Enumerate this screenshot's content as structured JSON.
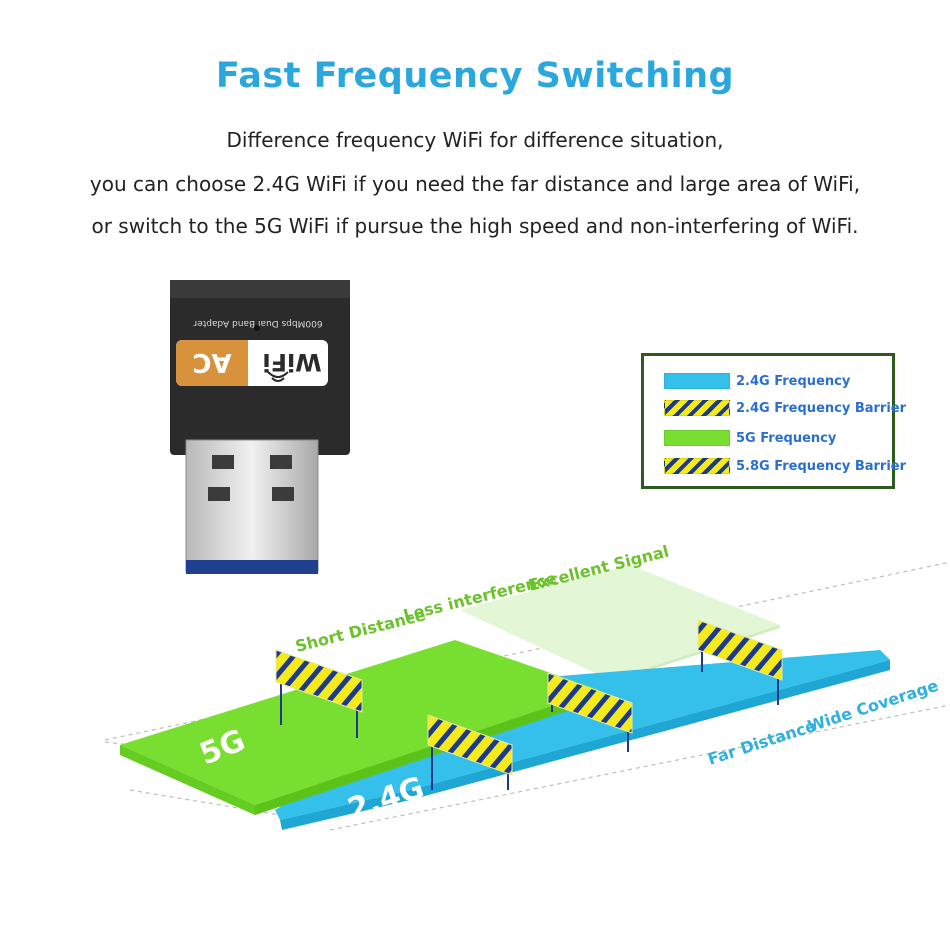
{
  "title": "Fast Frequency Switching",
  "description": [
    "Difference frequency WiFi for difference situation,",
    "you can choose 2.4G WiFi if you need the far distance and large area of WiFi,",
    "or switch to the 5G WiFi if pursue the high speed and non-interfering of WiFi."
  ],
  "adapter": {
    "model_text": "600Mbps Dual Band Adapter",
    "wifi_text": "WiFi",
    "ac_text": "AC"
  },
  "legend": [
    {
      "label": "2.4G Frequency",
      "swatch": "blue"
    },
    {
      "label": "2.4G Frequency Barrier",
      "swatch": "stripe"
    },
    {
      "label": "5G Frequency",
      "swatch": "green"
    },
    {
      "label": "5.8G Frequency Barrier",
      "swatch": "stripe"
    }
  ],
  "diagram": {
    "band_5g_label": "5G",
    "band_24g_label": "2.4G",
    "labels_5g": [
      "Short Distance",
      "Less interference",
      "Excellent Signal"
    ],
    "labels_24g": [
      "Far Distance",
      "Wide Coverage"
    ]
  },
  "colors": {
    "title": "#2aa8dd",
    "blue_band": "#34c0ea",
    "green_band": "#78de30",
    "barrier_yellow": "#f4ea1c",
    "barrier_navy": "#1d3a8a",
    "legend_border": "#2f5a1e",
    "legend_text": "#2a6fd0"
  }
}
